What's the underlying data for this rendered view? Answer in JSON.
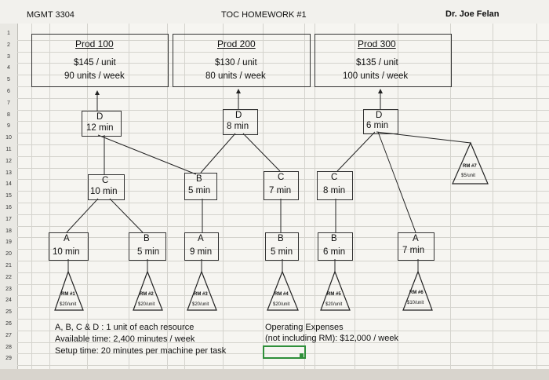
{
  "header": {
    "course": "MGMT 3304",
    "title": "TOC HOMEWORK #1",
    "professor": "Dr. Joe Felan"
  },
  "row_numbers": [
    "1",
    "2",
    "3",
    "4",
    "5",
    "6",
    "7",
    "8",
    "9",
    "10",
    "11",
    "12",
    "13",
    "14",
    "15",
    "16",
    "17",
    "18",
    "19",
    "20",
    "21",
    "22",
    "23",
    "24",
    "25",
    "26",
    "27",
    "28",
    "29"
  ],
  "products": [
    {
      "name": "Prod 100",
      "price": "$145 / unit",
      "demand": "90 units / week"
    },
    {
      "name": "Prod 200",
      "price": "$130 / unit",
      "demand": "80 units / week"
    },
    {
      "name": "Prod 300",
      "price": "$135 / unit",
      "demand": "100 units / week"
    }
  ],
  "nodes": {
    "d1": {
      "letter": "D",
      "time": "12 min"
    },
    "d2": {
      "letter": "D",
      "time": "8 min"
    },
    "d3": {
      "letter": "D",
      "time": "6 min"
    },
    "c1": {
      "letter": "C",
      "time": "10 min"
    },
    "b1": {
      "letter": "B",
      "time": "5 min"
    },
    "c2": {
      "letter": "C",
      "time": "7 min"
    },
    "c3": {
      "letter": "C",
      "time": "8 min"
    },
    "a1": {
      "letter": "A",
      "time": "10 min"
    },
    "b2": {
      "letter": "B",
      "time": "5 min"
    },
    "a2": {
      "letter": "A",
      "time": "9 min"
    },
    "b3": {
      "letter": "B",
      "time": "5 min"
    },
    "b4": {
      "letter": "B",
      "time": "6 min"
    },
    "a3": {
      "letter": "A",
      "time": "7 min"
    }
  },
  "raw_materials": [
    {
      "name": "RM #1",
      "cost": "$20/unit"
    },
    {
      "name": "RM #2",
      "cost": "$20/unit"
    },
    {
      "name": "RM #3",
      "cost": "$20/unit"
    },
    {
      "name": "RM #4",
      "cost": "$20/unit"
    },
    {
      "name": "RM #5",
      "cost": "$20/unit"
    },
    {
      "name": "RM #6",
      "cost": "$10/unit"
    },
    {
      "name": "RM #7",
      "cost": "$5/unit"
    }
  ],
  "notes": {
    "line1": "A, B, C & D : 1 unit of each resource",
    "line2": "Available time:  2,400 minutes / week",
    "line3": "Setup time: 20 minutes per machine per task",
    "opex_title": "Operating Expenses",
    "opex_value": "(not including RM): $12,000 / week"
  }
}
